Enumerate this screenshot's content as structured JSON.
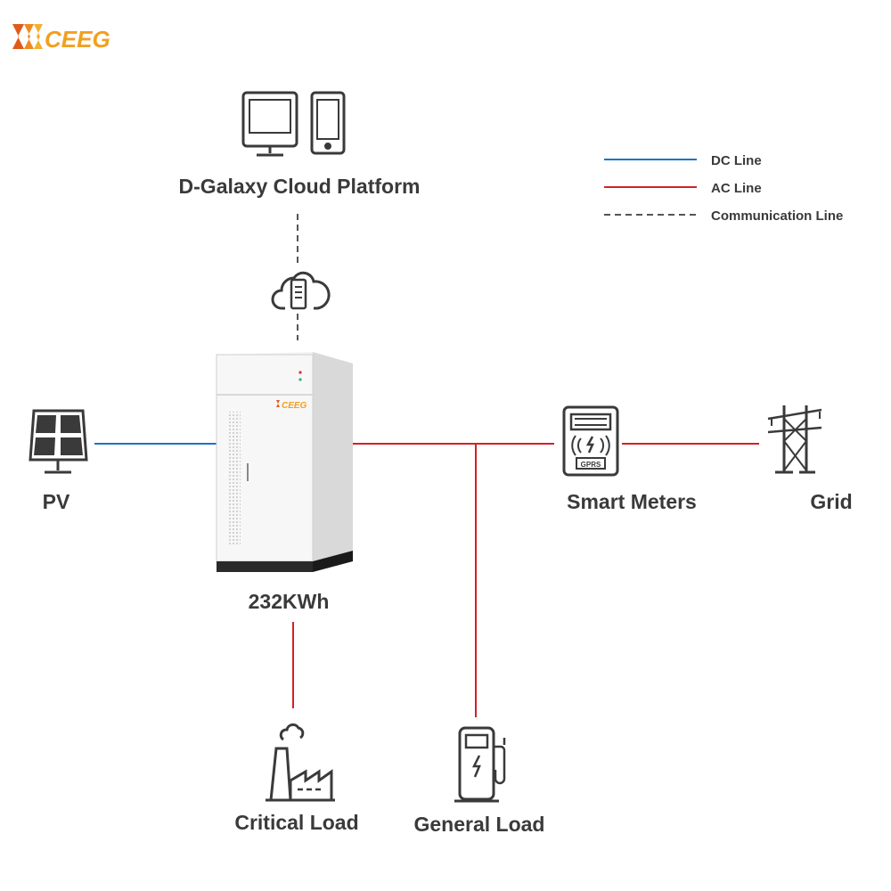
{
  "brand": {
    "logo_text": "CEEG",
    "cabinet_logo_text": "CEEG",
    "colors": {
      "brand": "#f0a020",
      "brand_dark": "#e05a1a"
    }
  },
  "legend": {
    "dc_label": "DC Line",
    "ac_label": "AC Line",
    "comm_label": "Communication Line"
  },
  "nodes": {
    "cloud": {
      "label": "D-Galaxy Cloud Platform",
      "icons": [
        "monitor-icon",
        "smartphone-icon",
        "cloud-server-icon"
      ]
    },
    "pv": {
      "label": "PV",
      "icon": "solar-panel-icon"
    },
    "storage": {
      "label": "232KWh",
      "icon": "battery-cabinet"
    },
    "meter": {
      "label": "Smart Meters",
      "icon": "smart-meter-icon",
      "badge": "GPRS"
    },
    "grid": {
      "label": "Grid",
      "icon": "transmission-tower-icon"
    },
    "critical_load": {
      "label": "Critical Load",
      "icon": "factory-icon"
    },
    "general_load": {
      "label": "General Load",
      "icon": "charging-station-icon"
    }
  },
  "colors": {
    "dc_line": "#1a73c9",
    "ac_line": "#d42027",
    "comm_line": "#555555",
    "icon_stroke": "#3a3a3a"
  }
}
